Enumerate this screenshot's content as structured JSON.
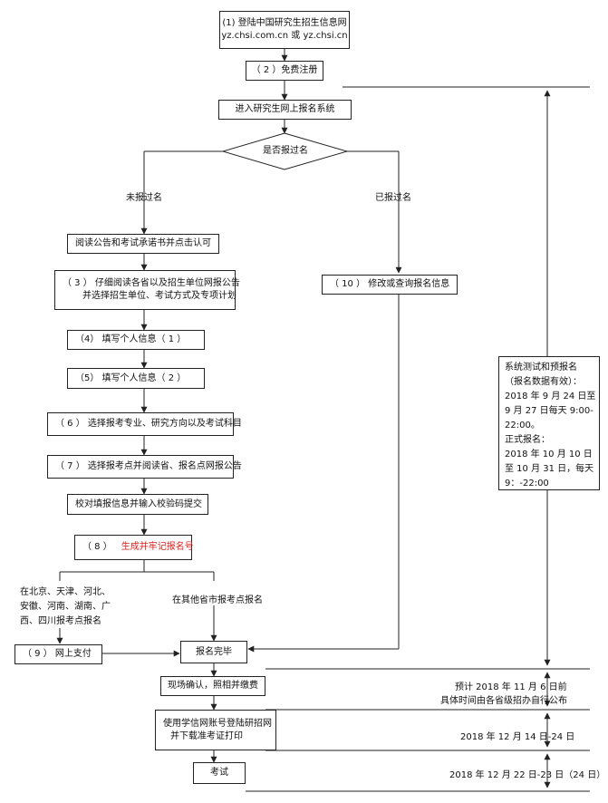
{
  "steps": {
    "s1_line1": "(1) 登陆中国研究生招生信息网",
    "s1_line2": "yz.chsi.com.cn 或 yz.chsi.cn",
    "s2": "（ 2 ）免费注册",
    "enter": "进入研究生网上报名系统",
    "decision": "是否报过名",
    "branch_no": "未报过名",
    "branch_yes": "已报过名",
    "read": "阅读公告和考试承诺书并点击认可",
    "s3_line1": "（ 3 ） 仔细阅读各省以及招生单位网报公告",
    "s3_line2": "并选择招生单位、考试方式及专项计划",
    "s4": "（4）      填写个人信息（ 1 ）",
    "s5": "（5）      填写个人信息（ 2 ）",
    "s6": "（ 6 ） 选择报考专业、研究方向以及考试科目",
    "s7": "（ 7 ） 选择报考点并阅读省、报名点网报公告",
    "verify": "校对填报信息并输入校验码提交",
    "s8_num": "（ 8 ）",
    "s8_text": "生成并牢记报名号",
    "s10": "（ 10 ）    修改或查询报名信息",
    "region_line1": "在北京、天津、河北、",
    "region_line2": "安徽、河南、湖南、广",
    "region_line3": "西、四川报考点报名",
    "other_region": "在其他省市报考点报名",
    "s9": "（ 9 ）    网上支付",
    "done": "报名完毕",
    "onsite": "现场确认，照相并缴费",
    "download_line1": "使用学信网账号登陆研招网",
    "download_line2": "并下载准考证打印",
    "exam": "考试"
  },
  "side_note": [
    "系统测试和预报名",
    "（报名数据有效）：",
    "2018 年 9 月 24 日至",
    "9 月 27 日每天 9:00-",
    "22:00。",
    "正式报名：",
    "2018 年 10 月 10 日",
    "至 10 月 31 日，每天",
    "9：-22:00"
  ],
  "timeline": {
    "t1_line1": "预计 2018 年 11 月 6 日前",
    "t1_line2": "具体时间由各省级招办自行公布",
    "t2": "2018 年 12 月 14 日-24 日",
    "t3": "2018 年 12 月 22 日-23 日（24 日）"
  },
  "colors": {
    "line": "#222222",
    "highlight": "#e0201b"
  }
}
